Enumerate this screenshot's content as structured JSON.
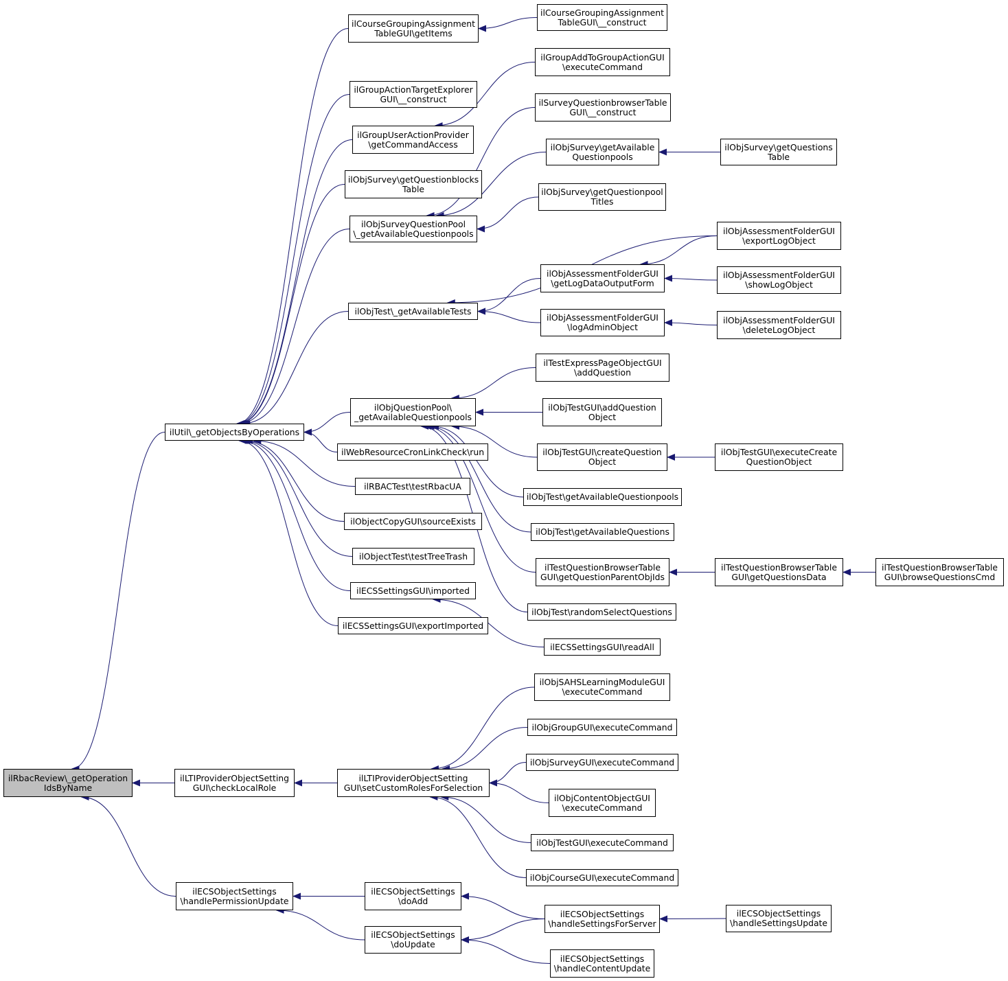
{
  "colors": {
    "edge": "#191970",
    "node_border": "#000000",
    "node_fill": "#ffffff",
    "root_fill": "#bfbfbf"
  },
  "nodes": [
    {
      "id": "n0",
      "lines": [
        "ilRbacReview\\_getOperation",
        "IdsByName"
      ],
      "root": true
    },
    {
      "id": "n1",
      "lines": [
        "ilUtil\\_getObjectsByOperations"
      ]
    },
    {
      "id": "n2",
      "lines": [
        "ilLTIProviderObjectSetting",
        "GUI\\checkLocalRole"
      ]
    },
    {
      "id": "n3",
      "lines": [
        "ilECSObjectSettings",
        "\\handlePermissionUpdate"
      ]
    },
    {
      "id": "n4",
      "lines": [
        "ilCourseGroupingAssignment",
        "TableGUI\\getItems"
      ]
    },
    {
      "id": "n5",
      "lines": [
        "ilGroupActionTargetExplorer",
        "GUI\\__construct"
      ]
    },
    {
      "id": "n6",
      "lines": [
        "ilGroupUserActionProvider",
        "\\getCommandAccess"
      ]
    },
    {
      "id": "n7",
      "lines": [
        "ilObjSurvey\\getQuestionblocks",
        "Table"
      ]
    },
    {
      "id": "n8",
      "lines": [
        "ilObjSurveyQuestionPool",
        "\\_getAvailableQuestionpools"
      ]
    },
    {
      "id": "n9",
      "lines": [
        "ilObjTest\\_getAvailableTests"
      ]
    },
    {
      "id": "n10",
      "lines": [
        "ilObjQuestionPool\\",
        "_getAvailableQuestionpools"
      ]
    },
    {
      "id": "n11",
      "lines": [
        "ilWebResourceCronLinkCheck\\run"
      ]
    },
    {
      "id": "n12",
      "lines": [
        "ilRBACTest\\testRbacUA"
      ]
    },
    {
      "id": "n13",
      "lines": [
        "ilObjectCopyGUI\\sourceExists"
      ]
    },
    {
      "id": "n14",
      "lines": [
        "ilObjectTest\\testTreeTrash"
      ]
    },
    {
      "id": "n15",
      "lines": [
        "ilECSSettingsGUI\\imported"
      ]
    },
    {
      "id": "n16",
      "lines": [
        "ilECSSettingsGUI\\exportImported"
      ]
    },
    {
      "id": "n17",
      "lines": [
        "ilLTIProviderObjectSetting",
        "GUI\\setCustomRolesForSelection"
      ]
    },
    {
      "id": "n18",
      "lines": [
        "ilECSObjectSettings",
        "\\doAdd"
      ]
    },
    {
      "id": "n19",
      "lines": [
        "ilECSObjectSettings",
        "\\doUpdate"
      ]
    },
    {
      "id": "n20",
      "lines": [
        "ilCourseGroupingAssignment",
        "TableGUI\\__construct"
      ]
    },
    {
      "id": "n21",
      "lines": [
        "ilGroupAddToGroupActionGUI",
        "\\executeCommand"
      ]
    },
    {
      "id": "n22",
      "lines": [
        "ilSurveyQuestionbrowserTable",
        "GUI\\__construct"
      ]
    },
    {
      "id": "n23",
      "lines": [
        "ilObjSurvey\\getAvailable",
        "Questionpools"
      ]
    },
    {
      "id": "n24",
      "lines": [
        "ilObjSurvey\\getQuestionpool",
        "Titles"
      ]
    },
    {
      "id": "n25",
      "lines": [
        "ilObjAssessmentFolderGUI",
        "\\getLogDataOutputForm"
      ]
    },
    {
      "id": "n26",
      "lines": [
        "ilObjAssessmentFolderGUI",
        "\\logAdminObject"
      ]
    },
    {
      "id": "n27",
      "lines": [
        "ilTestExpressPageObjectGUI",
        "\\addQuestion"
      ]
    },
    {
      "id": "n28",
      "lines": [
        "ilObjTestGUI\\addQuestion",
        "Object"
      ]
    },
    {
      "id": "n29",
      "lines": [
        "ilObjTestGUI\\createQuestion",
        "Object"
      ]
    },
    {
      "id": "n30",
      "lines": [
        "ilObjTest\\getAvailableQuestionpools"
      ]
    },
    {
      "id": "n31",
      "lines": [
        "ilObjTest\\getAvailableQuestions"
      ]
    },
    {
      "id": "n32",
      "lines": [
        "ilTestQuestionBrowserTable",
        "GUI\\getQuestionParentObjIds"
      ]
    },
    {
      "id": "n33",
      "lines": [
        "ilObjTest\\randomSelectQuestions"
      ]
    },
    {
      "id": "n34",
      "lines": [
        "ilECSSettingsGUI\\readAll"
      ]
    },
    {
      "id": "n35",
      "lines": [
        "ilObjSAHSLearningModuleGUI",
        "\\executeCommand"
      ]
    },
    {
      "id": "n36",
      "lines": [
        "ilObjGroupGUI\\executeCommand"
      ]
    },
    {
      "id": "n37",
      "lines": [
        "ilObjSurveyGUI\\executeCommand"
      ]
    },
    {
      "id": "n38",
      "lines": [
        "ilObjContentObjectGUI",
        "\\executeCommand"
      ]
    },
    {
      "id": "n39",
      "lines": [
        "ilObjTestGUI\\executeCommand"
      ]
    },
    {
      "id": "n40",
      "lines": [
        "ilObjCourseGUI\\executeCommand"
      ]
    },
    {
      "id": "n41",
      "lines": [
        "ilECSObjectSettings",
        "\\handleSettingsForServer"
      ]
    },
    {
      "id": "n42",
      "lines": [
        "ilECSObjectSettings",
        "\\handleContentUpdate"
      ]
    },
    {
      "id": "n43",
      "lines": [
        "ilObjSurvey\\getQuestions",
        "Table"
      ]
    },
    {
      "id": "n44",
      "lines": [
        "ilObjAssessmentFolderGUI",
        "\\exportLogObject"
      ]
    },
    {
      "id": "n45",
      "lines": [
        "ilObjAssessmentFolderGUI",
        "\\showLogObject"
      ]
    },
    {
      "id": "n46",
      "lines": [
        "ilObjAssessmentFolderGUI",
        "\\deleteLogObject"
      ]
    },
    {
      "id": "n47",
      "lines": [
        "ilObjTestGUI\\executeCreate",
        "QuestionObject"
      ]
    },
    {
      "id": "n48",
      "lines": [
        "ilTestQuestionBrowserTable",
        "GUI\\getQuestionsData"
      ]
    },
    {
      "id": "n49",
      "lines": [
        "ilTestQuestionBrowserTable",
        "GUI\\browseQuestionsCmd"
      ]
    },
    {
      "id": "n50",
      "lines": [
        "ilECSObjectSettings",
        "\\handleSettingsUpdate"
      ]
    }
  ],
  "edges": [
    [
      "n1",
      "n0"
    ],
    [
      "n2",
      "n0"
    ],
    [
      "n3",
      "n0"
    ],
    [
      "n4",
      "n1"
    ],
    [
      "n5",
      "n1"
    ],
    [
      "n6",
      "n1"
    ],
    [
      "n7",
      "n1"
    ],
    [
      "n8",
      "n1"
    ],
    [
      "n9",
      "n1"
    ],
    [
      "n10",
      "n1"
    ],
    [
      "n11",
      "n1"
    ],
    [
      "n12",
      "n1"
    ],
    [
      "n13",
      "n1"
    ],
    [
      "n14",
      "n1"
    ],
    [
      "n15",
      "n1"
    ],
    [
      "n16",
      "n1"
    ],
    [
      "n17",
      "n2"
    ],
    [
      "n18",
      "n3"
    ],
    [
      "n19",
      "n3"
    ],
    [
      "n20",
      "n4"
    ],
    [
      "n21",
      "n6"
    ],
    [
      "n22",
      "n8"
    ],
    [
      "n23",
      "n8"
    ],
    [
      "n24",
      "n8"
    ],
    [
      "n25",
      "n9"
    ],
    [
      "n26",
      "n9"
    ],
    [
      "n44",
      "n9"
    ],
    [
      "n27",
      "n10"
    ],
    [
      "n28",
      "n10"
    ],
    [
      "n29",
      "n10"
    ],
    [
      "n30",
      "n10"
    ],
    [
      "n31",
      "n10"
    ],
    [
      "n32",
      "n10"
    ],
    [
      "n33",
      "n10"
    ],
    [
      "n34",
      "n15"
    ],
    [
      "n35",
      "n17"
    ],
    [
      "n36",
      "n17"
    ],
    [
      "n37",
      "n17"
    ],
    [
      "n38",
      "n17"
    ],
    [
      "n39",
      "n17"
    ],
    [
      "n40",
      "n17"
    ],
    [
      "n41",
      "n18"
    ],
    [
      "n41",
      "n19"
    ],
    [
      "n42",
      "n19"
    ],
    [
      "n43",
      "n23"
    ],
    [
      "n44",
      "n25"
    ],
    [
      "n45",
      "n25"
    ],
    [
      "n46",
      "n26"
    ],
    [
      "n47",
      "n29"
    ],
    [
      "n48",
      "n32"
    ],
    [
      "n49",
      "n48"
    ],
    [
      "n50",
      "n41"
    ]
  ]
}
